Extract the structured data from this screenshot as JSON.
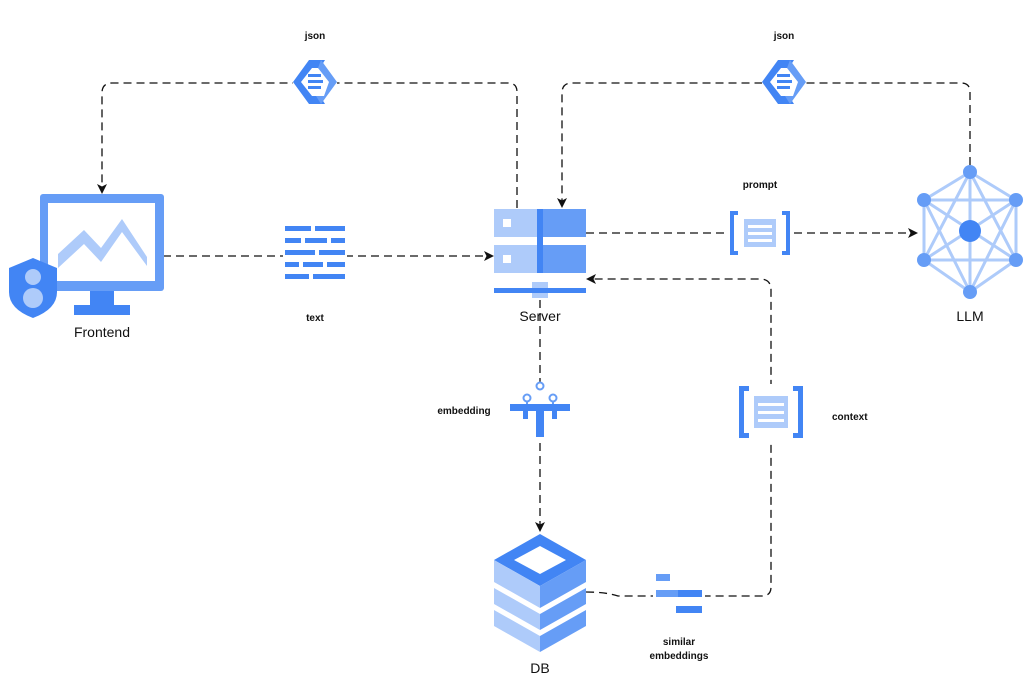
{
  "nodes": {
    "frontend": {
      "label": "Frontend",
      "icon": "monitor-with-user-shield-icon"
    },
    "server": {
      "label": "Server",
      "icon": "server-icon"
    },
    "llm": {
      "label": "LLM",
      "icon": "neural-network-icon"
    },
    "db": {
      "label": "DB",
      "icon": "database-stack-icon"
    }
  },
  "edges": {
    "json_to_frontend": {
      "label": "json",
      "icon": "json-brackets-icon"
    },
    "json_from_llm": {
      "label": "json",
      "icon": "json-brackets-icon"
    },
    "text": {
      "label": "text",
      "icon": "text-lines-icon"
    },
    "prompt": {
      "label": "prompt",
      "icon": "document-brackets-icon"
    },
    "context": {
      "label": "context",
      "icon": "document-brackets-icon"
    },
    "embedding": {
      "label": "embedding",
      "icon": "embedding-connector-icon"
    },
    "similar_embeddings": {
      "label_line1": "similar",
      "label_line2": "embeddings",
      "icon": "bars-icon"
    }
  },
  "colors": {
    "primary": "#4285f4",
    "secondary": "#669df6",
    "light": "#aecbfa",
    "line": "#111111"
  }
}
